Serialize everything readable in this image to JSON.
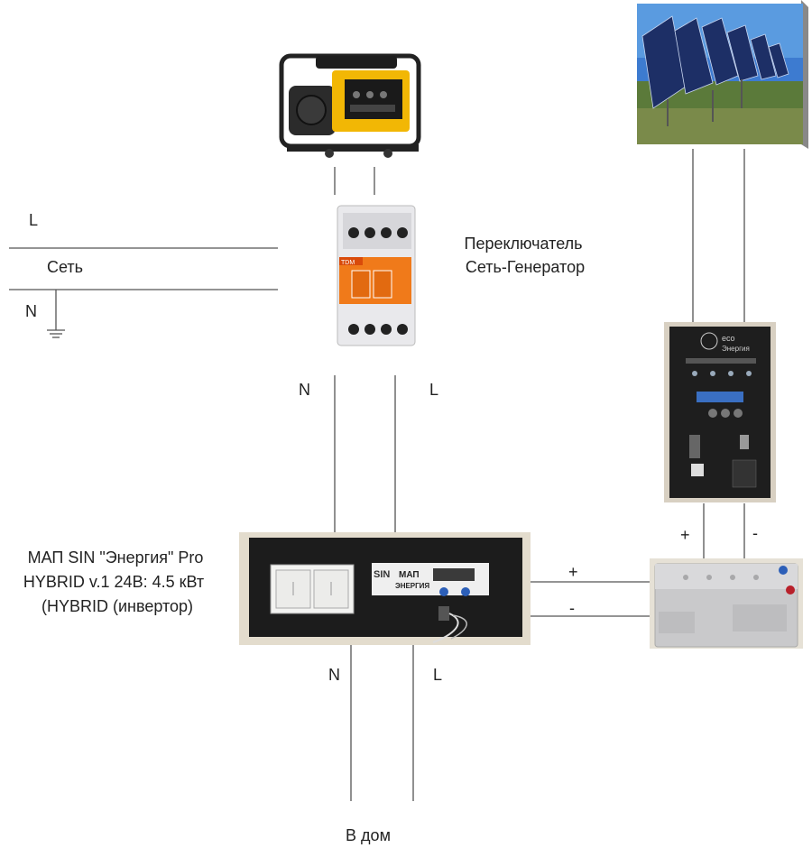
{
  "labels": {
    "grid_L": "L",
    "grid_name": "Сеть",
    "grid_N": "N",
    "switch_line1": "Переключатель",
    "switch_line2": "Сеть-Генератор",
    "switch_out_N": "N",
    "switch_out_L": "L",
    "inverter_line1": "МАП SIN \"Энергия\" Pro",
    "inverter_line2": "HYBRID v.1 24В: 4.5 кВт",
    "inverter_line3": "(HYBRID (инвертор)",
    "house_N": "N",
    "house_L": "L",
    "house": "В дом",
    "ctrl_plus": "+",
    "ctrl_minus": "-",
    "bat_plus": "+",
    "bat_minus": "-"
  },
  "device_text": {
    "switch_brand": "TDM",
    "controller_brand_1": "eco",
    "controller_brand_2": "Энергия",
    "inverter_brand_1": "МАП",
    "inverter_brand_2": "ЭНЕРГИЯ",
    "inverter_sin": "SIN"
  },
  "colors": {
    "line": "#555555",
    "device_dark": "#1c1c1c",
    "generator_yellow": "#f2b705",
    "switch_orange": "#f07a1a",
    "sky_blue": "#3d7bd0"
  }
}
